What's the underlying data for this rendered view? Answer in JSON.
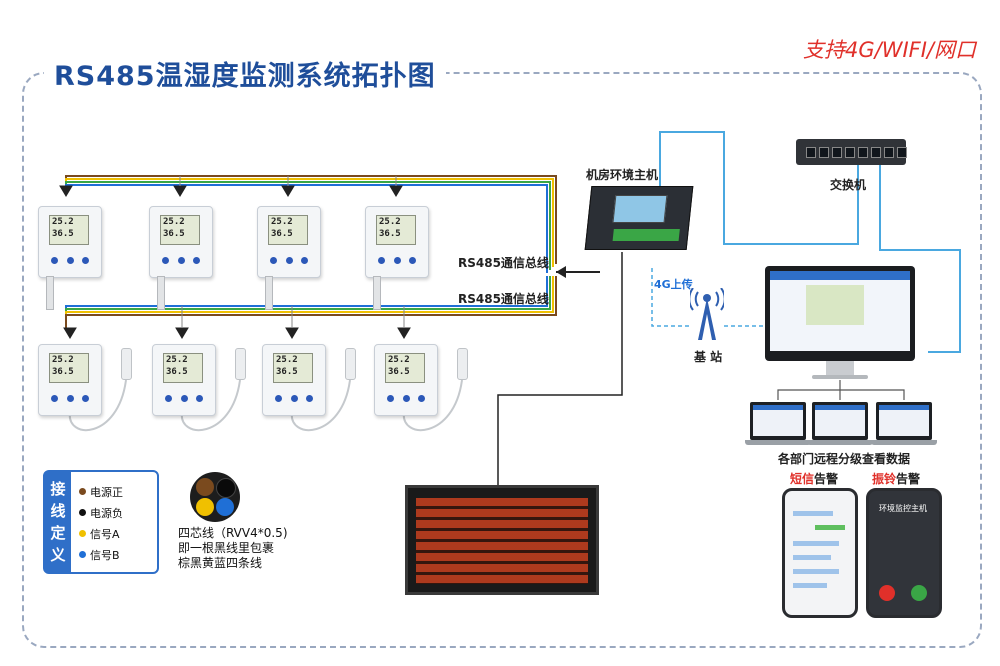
{
  "title": "RS485温湿度监测系统拓扑图",
  "support": "支持4G/WIFI/网口",
  "bus_label_1": "RS485通信总线",
  "bus_label_2": "RS485通信总线",
  "host_label": "机房环境主机",
  "switch_label": "交换机",
  "uplink_label": "4G上传",
  "base_station_label": "基 站",
  "remote_label": "各部门远程分级查看数据",
  "sms_alarm": {
    "accent": "短信",
    "rest": "告警"
  },
  "voice_alarm": {
    "accent": "振铃",
    "rest": "告警"
  },
  "phone_caller": "环境监控主机",
  "sensor_readings": {
    "temp": "25.2",
    "hum": "36.5"
  },
  "legend": {
    "title_chars": [
      "接",
      "线",
      "定",
      "义"
    ],
    "items": [
      {
        "label": "电源正",
        "color": "#7a4a1e"
      },
      {
        "label": "电源负",
        "color": "#111111"
      },
      {
        "label": "信号A",
        "color": "#f0c000"
      },
      {
        "label": "信号B",
        "color": "#1f6fd6"
      }
    ]
  },
  "cable_note": [
    "四芯线（RVV4*0.5)",
    "即一根黑线里包裹",
    "棕黑黄蓝四条线"
  ],
  "colors": {
    "accent_blue": "#1f4e9a",
    "alert_red": "#e0302a",
    "bus_yellow": "#f0c000",
    "bus_green": "#3aa646",
    "bus_blue": "#1f6fd6"
  }
}
